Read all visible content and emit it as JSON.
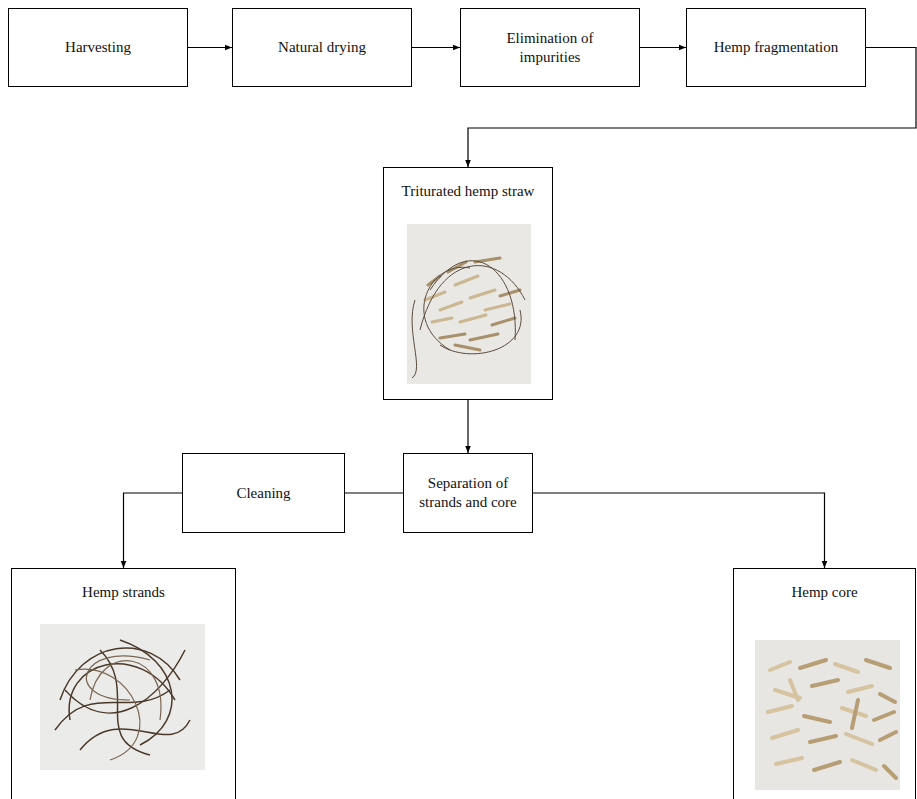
{
  "diagram": {
    "nodes": [
      {
        "text": [
          "Harvesting"
        ]
      },
      {
        "text": [
          "Natural drying"
        ]
      },
      {
        "text": [
          "Elimination of impurities"
        ]
      },
      {
        "text": [
          "Hemp fragmentation"
        ]
      },
      {
        "text": [
          "Triturated hemp straw"
        ]
      },
      {
        "text": [
          "Separation of strands and core"
        ]
      },
      {
        "text": [
          "Cleaning"
        ]
      },
      {
        "text": [
          "Hemp strands"
        ]
      },
      {
        "text": [
          "Hemp core"
        ]
      }
    ],
    "edges": [
      {
        "from": 0,
        "to": 1,
        "arrow": "to"
      },
      {
        "from": 1,
        "to": 2,
        "arrow": "to"
      },
      {
        "from": 2,
        "to": 3,
        "arrow": "to"
      },
      {
        "from": 3,
        "to": 4,
        "arrow": "to"
      },
      {
        "from": 4,
        "to": 5,
        "arrow": "to"
      },
      {
        "from": 5,
        "to": 6,
        "arrow": "none"
      },
      {
        "from": 6,
        "to": 7,
        "arrow": "to"
      },
      {
        "from": 5,
        "to": 8,
        "arrow": "to"
      }
    ]
  }
}
